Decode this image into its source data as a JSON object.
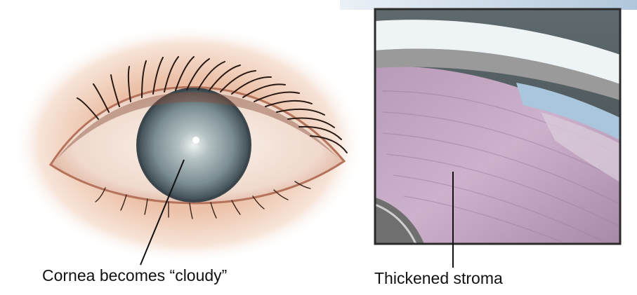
{
  "labels": {
    "cornea": "Cornea becomes “cloudy”",
    "stroma": "Thickened stroma"
  },
  "colors": {
    "skin": "#e8b49a",
    "iris": "#7d8f94",
    "stroma": "#c9a9c8",
    "epithelium": "#e6eef2",
    "endothelium": "#a9c6dc",
    "panel_border": "#2b2b2b"
  },
  "icons": {
    "eye": "eye-illustration",
    "cross_section": "corneal-cross-section"
  }
}
